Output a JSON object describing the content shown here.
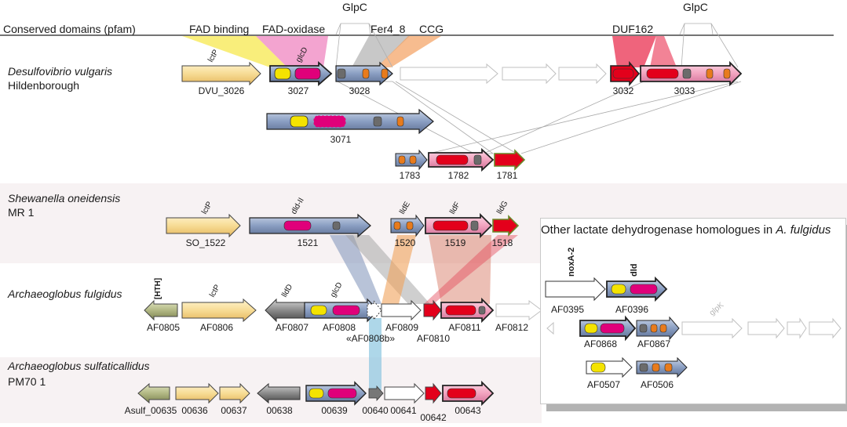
{
  "header": {
    "label": "Conserved domains (pfam)",
    "domains": [
      "FAD binding",
      "FAD-oxidase",
      "GlpC",
      "Fer4_8",
      "CCG",
      "DUF162",
      "GlpC"
    ]
  },
  "organisms": [
    {
      "name": "Desulfovibrio vulgaris",
      "strain": "Hildenborough"
    },
    {
      "name": "Shewanella oneidensis",
      "strain": "MR 1"
    },
    {
      "name": "Archaeoglobus fulgidus",
      "strain": ""
    },
    {
      "name": "Archaeoglobus sulfaticallidus",
      "strain": "PM70 1"
    }
  ],
  "gene_names": {
    "dv_lctp": "lctP",
    "dv_glcd": "glcD",
    "so_lctp": "lctP",
    "so_dld": "dld-II",
    "so_llde": "lldE",
    "so_lldf": "lldF",
    "so_lldg": "lldG",
    "af_hth": "[HTH]",
    "af_lctp": "lctP",
    "af_lldd": "lldD",
    "af_glcd": "glcD",
    "noxa": "noxA-2",
    "dld": "dld",
    "glpk": "glpK"
  },
  "locus_tags": {
    "dvu3026": "DVU_3026",
    "dvu3027": "3027",
    "dvu3028": "3028",
    "dvu3032": "3032",
    "dvu3033": "3033",
    "dvu3071": "3071",
    "dvu1783": "1783",
    "dvu1782": "1782",
    "dvu1781": "1781",
    "so1522": "SO_1522",
    "so1521": "1521",
    "so1520": "1520",
    "so1519": "1519",
    "so1518": "1518",
    "af0805": "AF0805",
    "af0806": "AF0806",
    "af0807": "AF0807",
    "af0808": "AF0808",
    "af0808b": "«AF0808b»",
    "af0809": "AF0809",
    "af0810": "AF0810",
    "af0811": "AF0811",
    "af0812": "AF0812",
    "as00635": "Asulf_00635",
    "as00636": "00636",
    "as00637": "00637",
    "as00638": "00638",
    "as00639": "00639",
    "as00640": "00640",
    "as00641": "00641",
    "as00642": "00642",
    "as00643": "00643",
    "af0395": "AF0395",
    "af0396": "AF0396",
    "af0868": "AF0868",
    "af0867": "AF0867",
    "af0507": "AF0507",
    "af0506": "AF0506"
  },
  "inset": {
    "title_prefix": "Other lactate dehydrogenase homologues in",
    "title_species": "A. fulgidus"
  },
  "colors": {
    "fad_binding": "#f4e300",
    "fad_oxidase": "#e0007a",
    "fer4": "#e87b1c",
    "duf162": "#e3001b",
    "glpc": "#6b6b6b",
    "lctp": "#f6d68a",
    "gene_blue": "#8ea2c4",
    "gene_pink": "#f2a6c0",
    "hth": "#9aa46a",
    "light_blue": "#8cc6e0"
  }
}
